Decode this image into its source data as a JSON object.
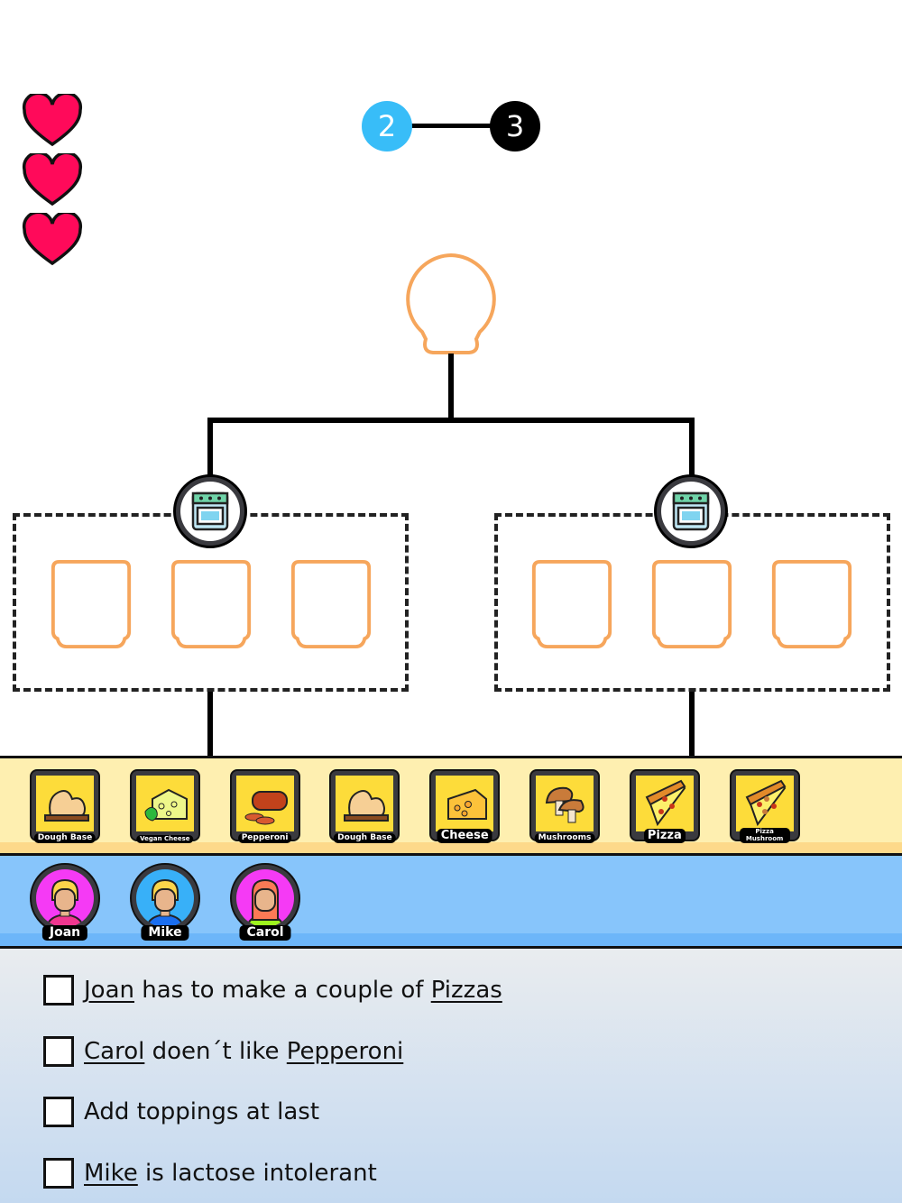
{
  "lives": 3,
  "progress": {
    "current": "2",
    "next": "3",
    "current_color": "#38bdf8",
    "next_color": "#000000"
  },
  "colors": {
    "heart": "#ff0a5a",
    "slot": "#f6a65c",
    "tray": "#feefb0",
    "people": "#87c5fb"
  },
  "tray": {
    "items": [
      {
        "label": "Dough Base",
        "icon": "dough-icon"
      },
      {
        "label": "Vegan Cheese",
        "icon": "vegan-cheese-icon"
      },
      {
        "label": "Pepperoni",
        "icon": "pepperoni-icon"
      },
      {
        "label": "Dough Base",
        "icon": "dough-icon"
      },
      {
        "label": "Cheese",
        "icon": "cheese-icon"
      },
      {
        "label": "Mushrooms",
        "icon": "mushroom-icon"
      },
      {
        "label": "Pizza",
        "icon": "pizza-icon"
      },
      {
        "label": "Pizza Mushroom",
        "icon": "pizza-mushroom-icon"
      }
    ]
  },
  "people": [
    {
      "name": "Joan",
      "bg": "#f53af5",
      "hair": "#fcd54a",
      "shirt": "#f0368f"
    },
    {
      "name": "Mike",
      "bg": "#38b0f8",
      "hair": "#fcd54a",
      "shirt": "#1a6ef0"
    },
    {
      "name": "Carol",
      "bg": "#f53af5",
      "hair": "#fb7a55",
      "shirt": "#9ef51e"
    }
  ],
  "tasks": [
    {
      "parts": [
        {
          "t": "Joan",
          "u": true
        },
        {
          "t": " has to make a couple of ",
          "u": false
        },
        {
          "t": "Pizzas",
          "u": true
        }
      ]
    },
    {
      "parts": [
        {
          "t": "Carol",
          "u": true
        },
        {
          "t": " doen´t like ",
          "u": false
        },
        {
          "t": "Pepperoni",
          "u": true
        }
      ]
    },
    {
      "parts": [
        {
          "t": "Add toppings at last",
          "u": false
        }
      ]
    },
    {
      "parts": [
        {
          "t": "Mike",
          "u": true
        },
        {
          "t": " is lactose intolerant",
          "u": false
        }
      ]
    }
  ]
}
